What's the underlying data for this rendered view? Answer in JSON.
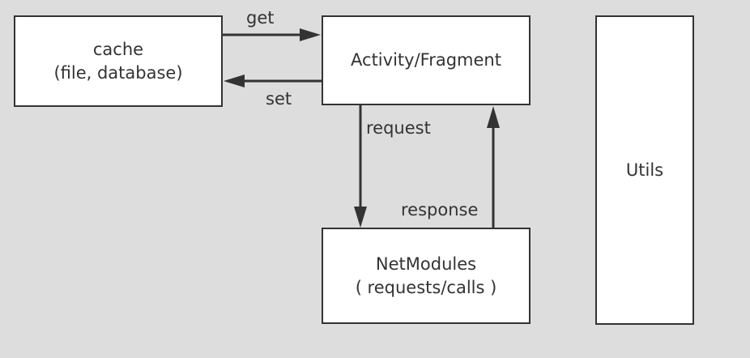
{
  "nodes": {
    "cache": {
      "line1": "cache",
      "line2": "(file, database)"
    },
    "activity": {
      "label": "Activity/Fragment"
    },
    "net": {
      "line1": "NetModules",
      "line2": "( requests/calls )"
    },
    "utils": {
      "label": "Utils"
    }
  },
  "edges": {
    "get": "get",
    "set": "set",
    "request": "request",
    "response": "response"
  },
  "colors": {
    "background": "#dddddd",
    "box_fill": "#ffffff",
    "stroke": "#333333"
  }
}
